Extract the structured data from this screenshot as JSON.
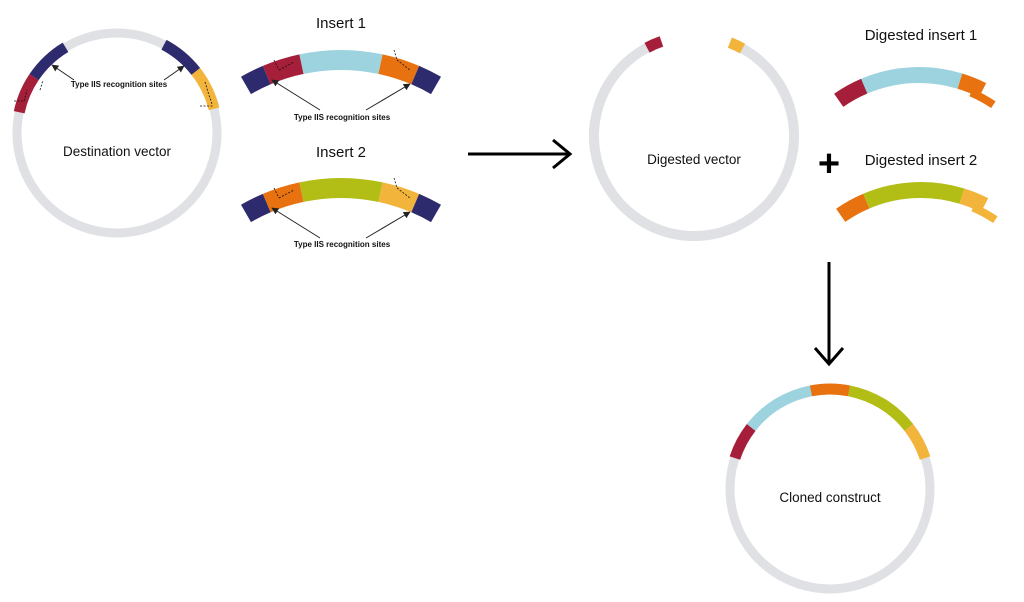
{
  "labels": {
    "destination_vector": "Destination vector",
    "type_iis_sites": "Type IIS recognition sites",
    "insert_1": "Insert 1",
    "insert_2": "Insert 2",
    "digested_vector": "Digested vector",
    "digested_insert_1": "Digested insert 1",
    "digested_insert_2": "Digested insert 2",
    "plus_sign": "+",
    "cloned_construct": "Cloned construct"
  },
  "colors": {
    "backbone": "#e0e1e4",
    "recognition_site": "#2d2a6e",
    "red_overhang": "#a61f3a",
    "light_blue_insert": "#9dd3df",
    "orange_overhang": "#e8720f",
    "yellow_overhang": "#f2b43a",
    "green_insert": "#b2bd16",
    "arrow": "#000000"
  },
  "icons": {
    "process_arrow_right": "arrow-right-icon",
    "process_arrow_down": "arrow-down-icon"
  }
}
